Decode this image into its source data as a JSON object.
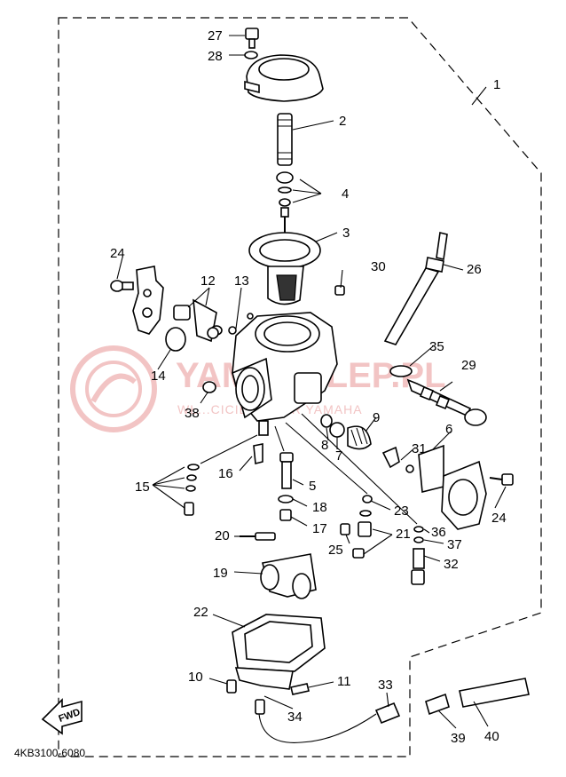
{
  "diagram_code": "4KB3100-6080",
  "fwd_label": "FWD",
  "watermark": {
    "main": "YAMASKLEP.PL",
    "sub": "WŁ...CICIEL · ...ER YAMAHA"
  },
  "callouts": [
    {
      "id": "1",
      "label": "1"
    },
    {
      "id": "2",
      "label": "2"
    },
    {
      "id": "3",
      "label": "3"
    },
    {
      "id": "4",
      "label": "4"
    },
    {
      "id": "5",
      "label": "5"
    },
    {
      "id": "6",
      "label": "6"
    },
    {
      "id": "7",
      "label": "7"
    },
    {
      "id": "8",
      "label": "8"
    },
    {
      "id": "9",
      "label": "9"
    },
    {
      "id": "10",
      "label": "10"
    },
    {
      "id": "11",
      "label": "11"
    },
    {
      "id": "12",
      "label": "12"
    },
    {
      "id": "13",
      "label": "13"
    },
    {
      "id": "14",
      "label": "14"
    },
    {
      "id": "15",
      "label": "15"
    },
    {
      "id": "16",
      "label": "16"
    },
    {
      "id": "17",
      "label": "17"
    },
    {
      "id": "18",
      "label": "18"
    },
    {
      "id": "19",
      "label": "19"
    },
    {
      "id": "20",
      "label": "20"
    },
    {
      "id": "21",
      "label": "21"
    },
    {
      "id": "22",
      "label": "22"
    },
    {
      "id": "23",
      "label": "23"
    },
    {
      "id": "24a",
      "label": "24"
    },
    {
      "id": "24b",
      "label": "24"
    },
    {
      "id": "25",
      "label": "25"
    },
    {
      "id": "26",
      "label": "26"
    },
    {
      "id": "27",
      "label": "27"
    },
    {
      "id": "28",
      "label": "28"
    },
    {
      "id": "29",
      "label": "29"
    },
    {
      "id": "30",
      "label": "30"
    },
    {
      "id": "31",
      "label": "31"
    },
    {
      "id": "32",
      "label": "32"
    },
    {
      "id": "33",
      "label": "33"
    },
    {
      "id": "34",
      "label": "34"
    },
    {
      "id": "35",
      "label": "35"
    },
    {
      "id": "36",
      "label": "36"
    },
    {
      "id": "37",
      "label": "37"
    },
    {
      "id": "38",
      "label": "38"
    },
    {
      "id": "39",
      "label": "39"
    },
    {
      "id": "40",
      "label": "40"
    }
  ],
  "colors": {
    "ink": "#000000",
    "watermark": "#f2c4c4",
    "background": "#ffffff"
  }
}
